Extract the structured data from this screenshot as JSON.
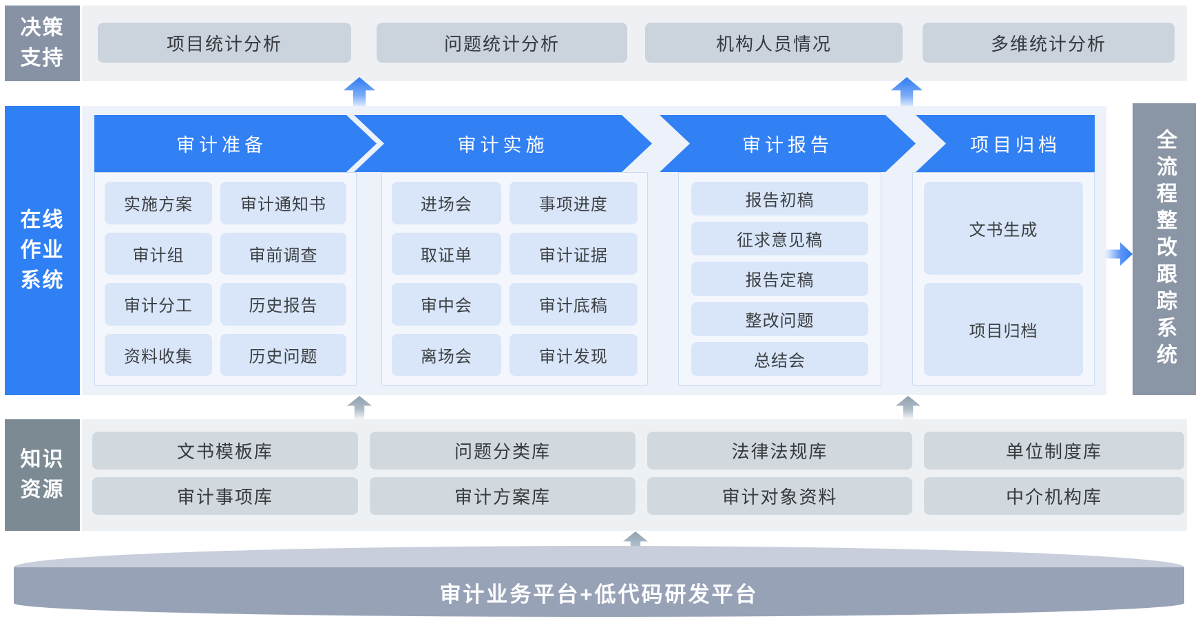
{
  "colors": {
    "accent_blue": "#3180f4",
    "chip_blue": "#d9e6f9",
    "decision_gray": "#8793a5",
    "knowledge_gray": "#7c8a94",
    "tracking_gray": "#8a95a5",
    "platform_dark": "#98a2b7",
    "platform_light": "#c8cedb"
  },
  "decision_support": {
    "label": "决策支持",
    "items": [
      "项目统计分析",
      "问题统计分析",
      "机构人员情况",
      "多维统计分析"
    ]
  },
  "online_work": {
    "label": "在线作业系统",
    "stages": [
      {
        "title": "审计准备",
        "items": [
          "实施方案",
          "审计通知书",
          "审计组",
          "审前调查",
          "审计分工",
          "历史报告",
          "资料收集",
          "历史问题"
        ]
      },
      {
        "title": "审计实施",
        "items": [
          "进场会",
          "事项进度",
          "取证单",
          "审计证据",
          "审中会",
          "审计底稿",
          "离场会",
          "审计发现"
        ]
      },
      {
        "title": "审计报告",
        "items": [
          "报告初稿",
          "征求意见稿",
          "报告定稿",
          "整改问题",
          "总结会"
        ]
      },
      {
        "title": "项目归档",
        "items": [
          "文书生成",
          "项目归档"
        ]
      }
    ]
  },
  "tracking_system": {
    "label": "全流程整改跟踪系统"
  },
  "knowledge": {
    "label": "知识资源",
    "rows": [
      [
        "文书模板库",
        "问题分类库",
        "法律法规库",
        "单位制度库"
      ],
      [
        "审计事项库",
        "审计方案库",
        "审计对象资料",
        "中介机构库"
      ]
    ]
  },
  "platform": {
    "label": "审计业务平台+低代码研发平台"
  }
}
